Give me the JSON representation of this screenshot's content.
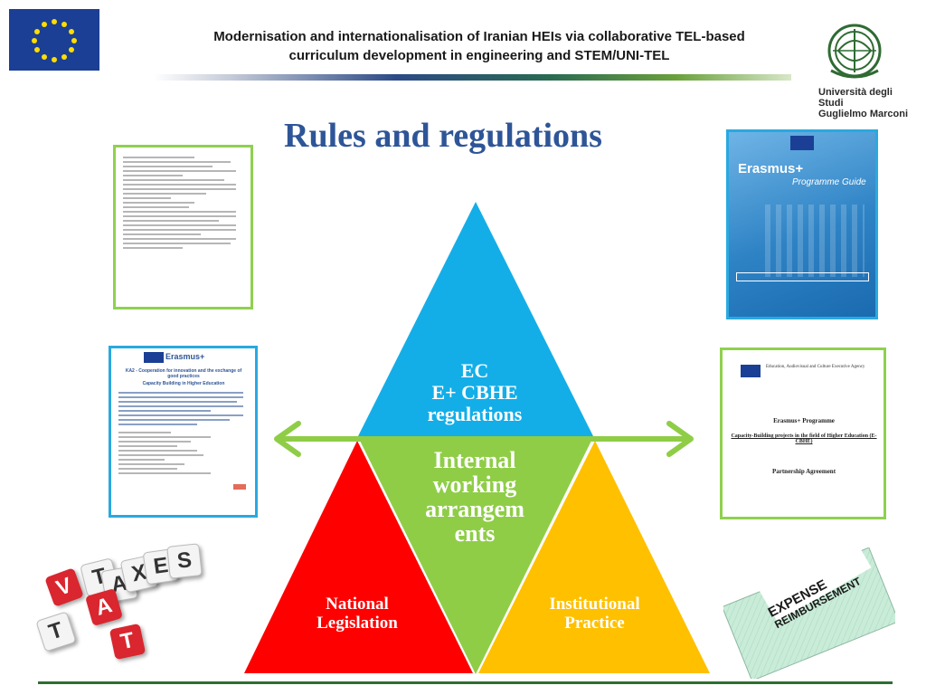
{
  "header": {
    "title_line1": "Modernisation and internationalisation of Iranian HEIs via collaborative TEL-based",
    "title_line2": "curriculum development in engineering and STEM/UNI-TEL",
    "eu_flag_icon": "eu-flag-icon",
    "university_logo_icon": "university-logo-icon",
    "university_name_line1": "Università degli Studi",
    "university_name_line2": "Guglielmo Marconi"
  },
  "slide": {
    "title": "Rules and regulations"
  },
  "triangles": {
    "ec_line1": "EC",
    "ec_line2": "E+ CBHE",
    "ec_line3": "regulations",
    "internal": "Internal working arrangem ents",
    "national_line1": "National",
    "national_line2": "Legislation",
    "institutional_line1": "Institutional",
    "institutional_line2": "Practice",
    "colors": {
      "ec": "#13aee8",
      "internal": "#8fcd47",
      "national": "#fe0000",
      "institutional": "#ffc000",
      "arrow": "#8fcd47"
    }
  },
  "documents": {
    "guide_title": "Erasmus+",
    "guide_subtitle": "Programme Guide",
    "ka2_brand": "Erasmus+",
    "ka2_heading": "KA2 - Cooperation for innovation and the exchange of good practices",
    "ka2_subheading": "Capacity Building in Higher Education",
    "partnership_agency": "Education, Audiovisual and Culture Executive Agency",
    "partnership_programme": "Erasmus+ Programme",
    "partnership_project": "Capacity-Building projects in the field of Higher Education (E-CBHE)",
    "partnership_title": "Partnership Agreement"
  },
  "taxes": {
    "word_taxes": "TAXES",
    "word_vat": "VAT"
  },
  "cheque": {
    "stamp_line1": "EXPENSE",
    "stamp_line2": "REIMBURSEMENT"
  }
}
